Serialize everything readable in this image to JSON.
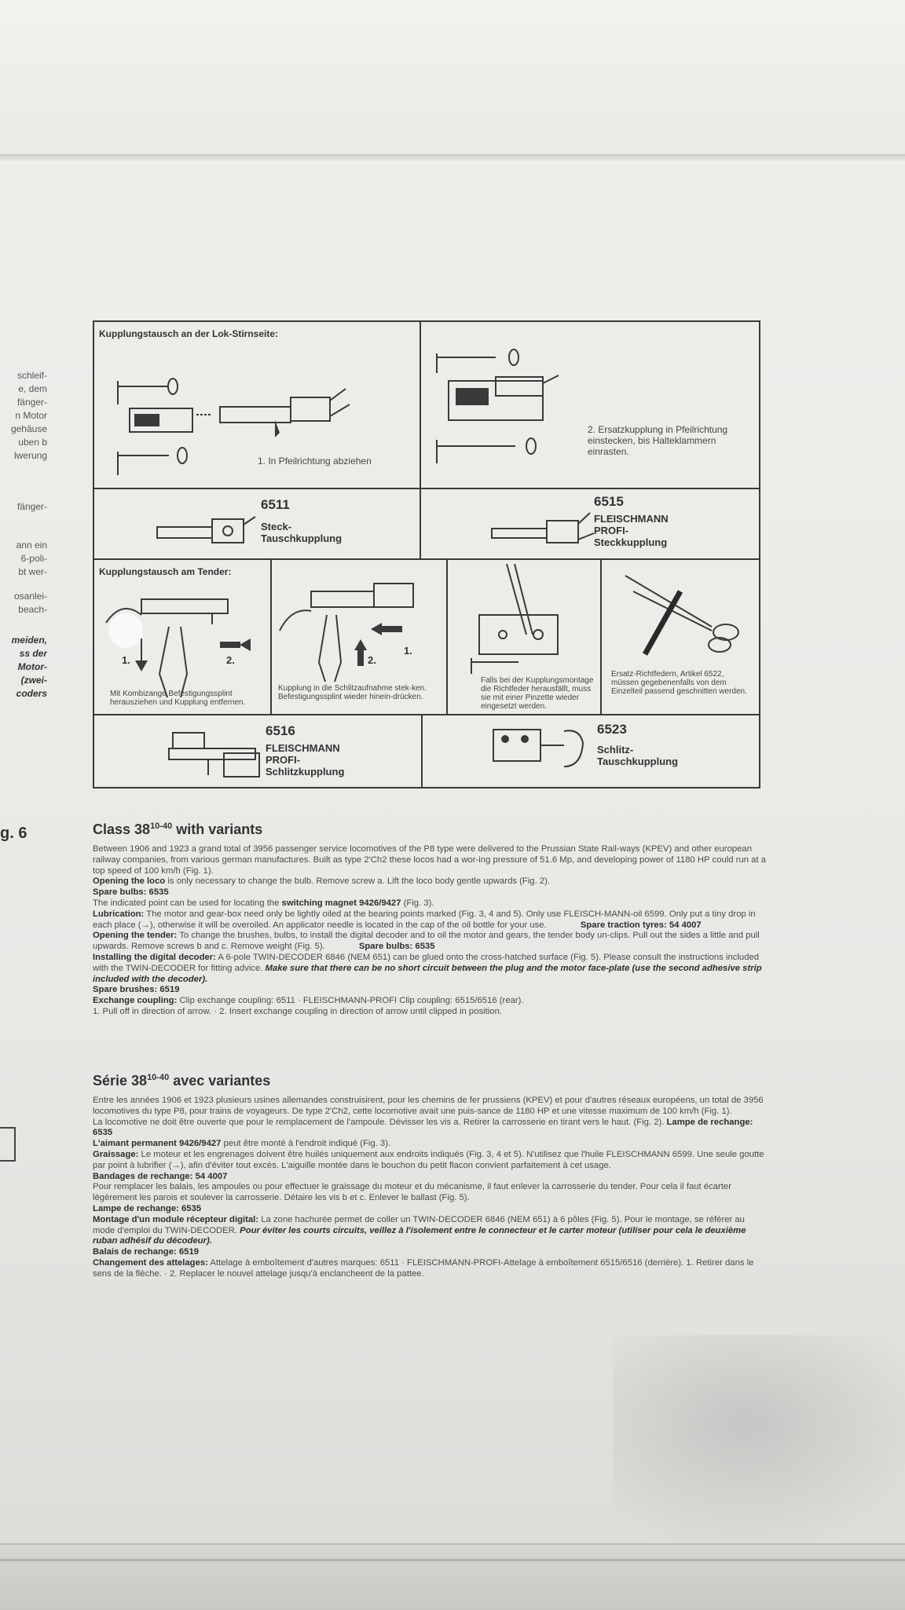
{
  "left_fragment": {
    "lines": [
      "schleif-",
      "e, dem",
      "fänger-",
      "n Motor",
      "gehäuse",
      "uben b",
      "lwerung"
    ],
    "line2": "fänger-",
    "lines2": [
      "ann ein",
      "6-poli-",
      "bt wer-"
    ],
    "lines3": [
      "osanlei-",
      "beach-"
    ],
    "bold_lines": [
      "meiden,",
      "ss der",
      "Motor-",
      "(zwei-",
      "coders"
    ],
    "fig": "g. 6"
  },
  "diagram": {
    "lok_title": "Kupplungstausch an der Lok-Stirnseite:",
    "step1": "1. In Pfeilrichtung abziehen",
    "step2": "2. Ersatzkupplung in Pfeilrichtung einstecken, bis Halteklammern einrasten.",
    "p6511_num": "6511",
    "p6511_name": "Steck-\nTauschkupplung",
    "p6515_num": "6515",
    "p6515_name": "FLEISCHMANN\nPROFI-\nSteckkupplung",
    "tender_title": "Kupplungstausch am Tender:",
    "t1": "Mit Kombizange Befestigungssplint herausziehen und Kupplung entfernen.",
    "t2": "Kupplung in die Schlitzaufnahme stek-ken. Befestigungssplint wieder hinein-drücken.",
    "t3": "Falls bei der Kupplungsmontage die Richtfeder herausfällt, muss sie mit einer Pinzette wieder eingesetzt werden.",
    "t4": "Ersatz-Richtfedern, Artikel 6522, müssen gegebenenfalls von dem Einzelteil passend geschnitten werden.",
    "n1": "1.",
    "n2": "2.",
    "p6516_num": "6516",
    "p6516_name": "FLEISCHMANN\nPROFI-\nSchlitzkupplung",
    "p6523_num": "6523",
    "p6523_name": "Schlitz-\nTauschkupplung"
  },
  "english": {
    "title_a": "Class 38",
    "title_sup": "10-40",
    "title_b": " with variants",
    "p1": "Between 1906 and 1923 a grand total of 3956 passenger service locomotives of the P8 type were delivered to the Prussian State Rail-ways (KPEV) and other european railway companies, from various german manufactures. Built as type 2'Ch2 these locos had a wor-ing pressure of 51.6 Mp, and developing power of 1180 HP could run at a top speed of 100 km/h (Fig. 1).",
    "opening_loco_label": "Opening the loco",
    "opening_loco": " is only necessary to change the bulb. Remove screw a. Lift the loco body gentle upwards (Fig. 2).",
    "spare_bulbs": "Spare bulbs: 6535",
    "switching_pre": "The indicated point can be used for locating the ",
    "switching_b": "switching magnet 9426/9427",
    "switching_post": " (Fig. 3).",
    "lub_label": "Lubrication:",
    "lub": " The motor and gear-box need only be lightly oiled at the bearing points marked (Fig. 3, 4 and 5). Only use FLEISCH-MANN-oil 6599. Only put a tiny drop in each place (→), otherwise it will be overoiled. An applicator needle is located in the cap of the oil bottle for your use.",
    "tyres": "Spare traction tyres: 54 4007",
    "tender_label": "Opening the tender:",
    "tender": " To change the brushes, bulbs, to install the digital decoder and to oil the motor and gears, the tender body un-clips. Pull out the sides a little and pull upwards. Remove screws b and c. Remove weight (Fig. 5).",
    "spare_bulbs2": "Spare bulbs: 6535",
    "decoder_label": "Installing the digital decoder:",
    "decoder": " A 6-pole TWIN-DECODER 6846 (NEM 651) can be glued onto the cross-hatched surface (Fig. 5). Please consult the instructions included with the TWIN-DECODER for fitting advice.",
    "decoder_bi": " Make sure that there can be no short circuit between the plug and the motor face-plate (use the second adhesive strip included with the decoder).",
    "brushes": "Spare brushes: 6519",
    "exchange_label": "Exchange coupling:",
    "exchange": " Clip exchange coupling: 6511 · FLEISCHMANN-PROFI Clip coupling: 6515/6516 (rear).",
    "exchange2": "1. Pull off in direction of arrow. · 2. Insert exchange coupling in direction of arrow until clipped in position."
  },
  "french": {
    "title_a": "Série 38",
    "title_sup": "10-40",
    "title_b": " avec variantes",
    "p1": "Entre les années 1906 et 1923 plusieurs usines allemandes construisirent, pour les chemins de fer prussiens (KPEV) et pour d'autres réseaux européens, un total de 3956 locomotives du type P8, pour trains de voyageurs. De type 2'Ch2, cette locomotive avait une puis-sance de 1180 HP et une vitesse maximum de 100 km/h (Fig. 1).",
    "p2": "La locomotive ne doit être ouverte que pour le remplacement de l'ampoule. Dévisser les vis a. Retirer la carrosserie en tirant vers le haut. (Fig. 2).",
    "lampe": " Lampe de rechange: 6535",
    "aimant_b": "L'aimant permanent 9426/9427",
    "aimant": " peut être monté à l'endroit indiqué (Fig. 3).",
    "graiss_label": "Graissage:",
    "graiss": " Le moteur et les engrenages doivent être huilés uniquement aux endroits indiqués (Fig. 3, 4 et 5). N'utilisez que l'huile FLEISCHMANN 6599. Une seule goutte par point à lubrifier (→), afin d'éviter tout excès. L'aiguille montée dans le bouchon du petit flacon convient parfaitement à cet usage.",
    "bandages": "Bandages de rechange: 54 4007",
    "p3": "Pour remplacer les balais, les ampoules ou pour effectuer le graissage du moteur et du mécanisme, il faut enlever la carrosserie du tender. Pour cela il faut écarter légèrement les parois et soulever la carrosserie. Détaire les vis b et c. Enlever le ballast (Fig. 5).",
    "lampe2": "Lampe de rechange: 6535",
    "montage_label": "Montage d'un module récepteur digital:",
    "montage": " La zone hachurée permet de coller un TWIN-DECODER 6846 (NEM 651) à 6 pôles (Fig. 5). Pour le montage, se référer au mode d'emploi du TWIN-DECODER.",
    "montage_bi": " Pour éviter les courts circuits, veillez à l'isolement entre le connecteur et le carter moteur (utiliser pour cela le deuxième ruban adhésif du décodeur).",
    "balais": "Balais de rechange: 6519",
    "chang_label": "Changement des attelages:",
    "chang": " Attelage à emboîtement d'autres marques: 6511 · FLEISCHMANN-PROFI-Attelage à emboîtement 6515/6516 (derrière). 1. Retirer dans le sens de la flèche. · 2. Replacer le nouvel attelage jusqu'à enclancheent de la pattee."
  }
}
